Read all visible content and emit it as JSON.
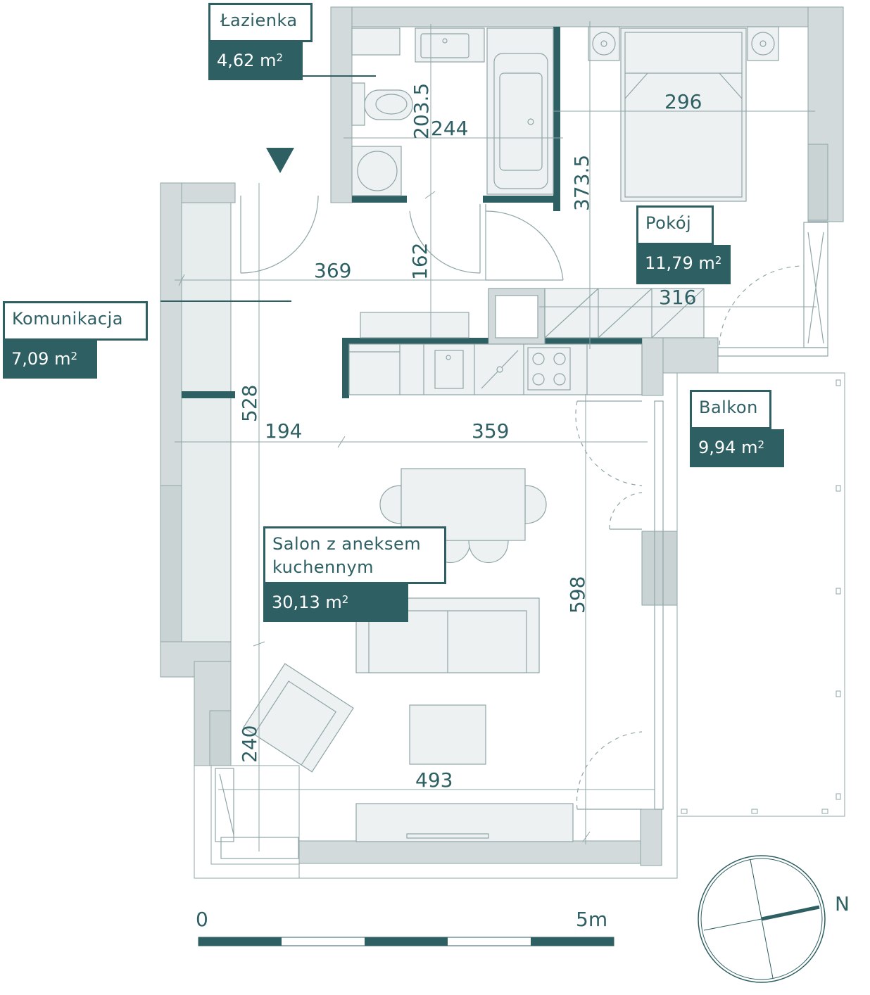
{
  "rooms": {
    "lazienka": {
      "name": "Łazienka",
      "area": "4,62 m",
      "unit_sup": "2"
    },
    "pokoj": {
      "name": "Pokój",
      "area": "11,79 m",
      "unit_sup": "2"
    },
    "komunikacja": {
      "name": "Komunikacja",
      "area": "7,09 m",
      "unit_sup": "2"
    },
    "balkon": {
      "name": "Balkon",
      "area": "9,94 m",
      "unit_sup": "2"
    },
    "salon": {
      "name": "Salon z aneksem\nkuchennym",
      "area": "30,13 m",
      "unit_sup": "2"
    }
  },
  "dimensions": {
    "bath_height": "203.5",
    "bath_width": "244",
    "room_width": "296",
    "room_height": "373.5",
    "hall_width": "369",
    "hall_height": "162",
    "room_bottom_width": "316",
    "hall_length": "528",
    "left_width": "194",
    "kitchen_width": "359",
    "salon_height": "598",
    "bay_height": "240",
    "salon_width": "493"
  },
  "scale": {
    "start": "0",
    "end": "5m"
  },
  "compass": {
    "north": "N"
  },
  "colors": {
    "accent": "#2e5f63",
    "wall": "#d2dadb",
    "furniture": "#eef1f1",
    "line": "#8fa5a7"
  }
}
